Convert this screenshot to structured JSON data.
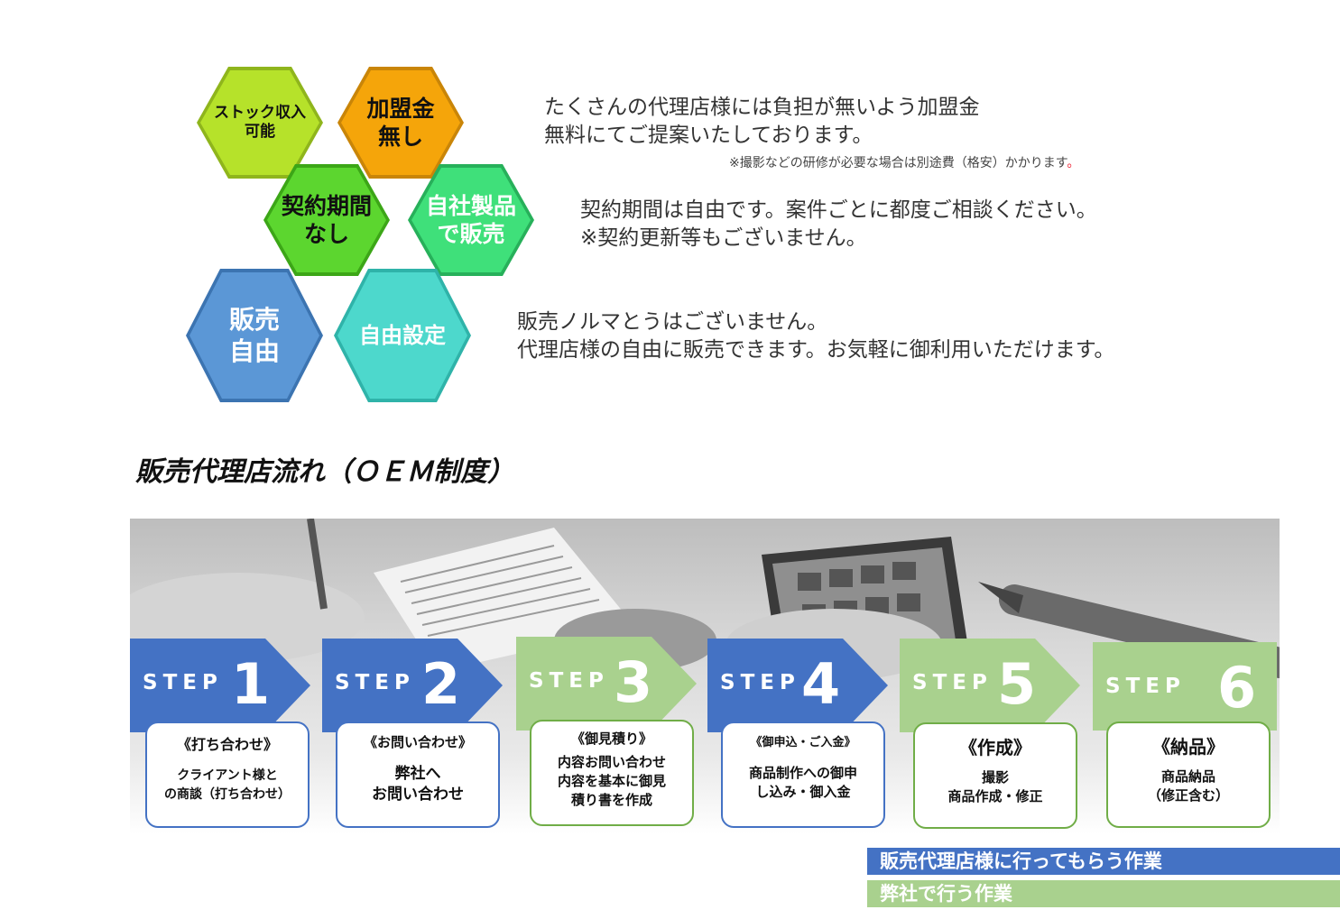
{
  "hexagons": [
    {
      "label": "ストック収入\n可能",
      "color": "#b6e22a"
    },
    {
      "label": "加盟金\n無し",
      "color": "#f5a50a"
    },
    {
      "label": "契約期間\nなし",
      "color": "#5cd62f"
    },
    {
      "label": "自社製品\nで販売",
      "color": "#3fe07a"
    },
    {
      "label": "販売\n自由",
      "color": "#5b97d6"
    },
    {
      "label": "自由設定",
      "color": "#4dd8cc"
    }
  ],
  "descriptions": {
    "d1_line1": "たくさんの代理店様には負担が無いよう加盟金",
    "d1_line2": "無料にてご提案いたしております。",
    "d1_note": "※撮影などの研修が必要な場合は別途費（格安）かかります",
    "d1_note_mark": "。",
    "d2_line1": "契約期間は自由です。案件ごとに都度ご相談ください。",
    "d2_line2": "※契約更新等もございません。",
    "d3_line1": "販売ノルマとうはございません。",
    "d3_line2": "代理店様の自由に販売できます。お気軽に御利用いただけます。"
  },
  "flow_title": "販売代理店流れ（ＯＥＭ制度）",
  "step_word": "STEP",
  "steps": [
    {
      "num": "1",
      "head": "《打ち合わせ》",
      "body": "クライアント様と\nの商談（打ち合わせ）",
      "color": "#4472c4",
      "border": "#4472c4"
    },
    {
      "num": "2",
      "head": "《お問い合わせ》",
      "body": "弊社へ\nお問い合わせ",
      "color": "#4472c4",
      "border": "#4472c4"
    },
    {
      "num": "3",
      "head": "《御見積り》",
      "body": "内容お問い合わせ\n内容を基本に御見\n積り書を作成",
      "color": "#a9d18e",
      "border": "#70ad47"
    },
    {
      "num": "4",
      "head": "《御申込・ご入金》",
      "body": "商品制作への御申\nし込み・御入金",
      "color": "#4472c4",
      "border": "#4472c4"
    },
    {
      "num": "5",
      "head": "《作成》",
      "body": "撮影\n商品作成・修正",
      "color": "#a9d18e",
      "border": "#70ad47"
    },
    {
      "num": "6",
      "head": "《納品》",
      "body": "商品納品\n（修正含む）",
      "color": "#a9d18e",
      "border": "#70ad47"
    }
  ],
  "legend": {
    "agency": "販売代理店様に行ってもらう作業",
    "company": "弊社で行う作業",
    "agency_color": "#4472c4",
    "company_color": "#a9d18e"
  }
}
